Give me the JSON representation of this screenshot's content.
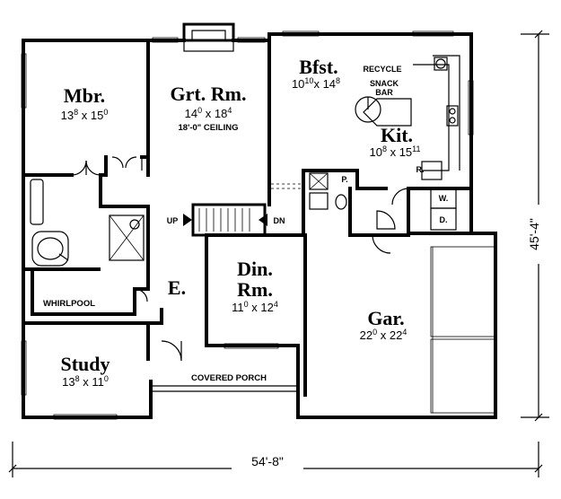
{
  "rooms": {
    "mbr": {
      "name": "Mbr.",
      "w_main": "13",
      "w_sup": "8",
      "sep": " x ",
      "h_main": "15",
      "h_sup": "0"
    },
    "grt": {
      "name": "Grt. Rm.",
      "w_main": "14",
      "w_sup": "0",
      "sep": " x ",
      "h_main": "18",
      "h_sup": "4",
      "note": "18'-0\" CEILING"
    },
    "bfst": {
      "name": "Bfst.",
      "w_main": "10",
      "w_sup": "10",
      "sep": "x ",
      "h_main": "14",
      "h_sup": "8"
    },
    "kit": {
      "name": "Kit.",
      "w_main": "10",
      "w_sup": "8",
      "sep": " x ",
      "h_main": "15",
      "h_sup": "11"
    },
    "din": {
      "name1": "Din.",
      "name2": "Rm.",
      "w_main": "11",
      "w_sup": "0",
      "sep": " x ",
      "h_main": "12",
      "h_sup": "4"
    },
    "gar": {
      "name": "Gar.",
      "w_main": "22",
      "w_sup": "0",
      "sep": " x ",
      "h_main": "22",
      "h_sup": "4"
    },
    "study": {
      "name": "Study",
      "w_main": "13",
      "w_sup": "8",
      "sep": " x ",
      "h_main": "11",
      "h_sup": "0"
    },
    "entry": {
      "name": "E."
    }
  },
  "labels": {
    "recycle": "RECYCLE",
    "snack1": "SNACK",
    "snack2": "BAR",
    "whirlpool": "WHIRLPOOL",
    "covered_porch": "COVERED PORCH",
    "pantry": "P.",
    "refrigerator": "R.",
    "washer": "W.",
    "dryer": "D.",
    "up": "UP",
    "dn": "DN"
  },
  "dimensions": {
    "width": "54'-8\"",
    "depth": "45'-4\""
  }
}
